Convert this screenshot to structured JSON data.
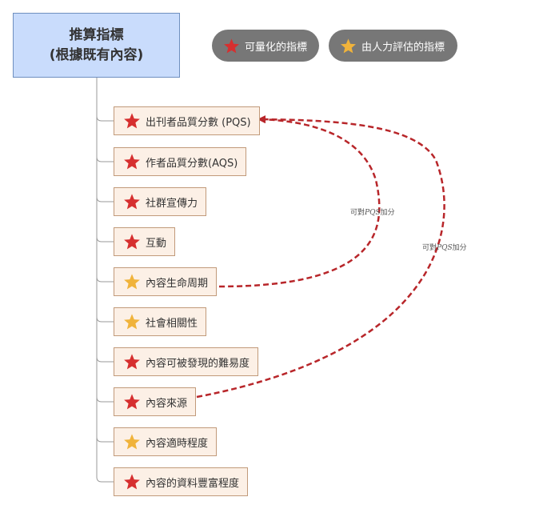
{
  "root": {
    "line1": "推算指標",
    "line2": "(根據既有內容)"
  },
  "legend": {
    "red_label": "可量化的指標",
    "gold_label": "由人力評估的指標"
  },
  "colors": {
    "red_star": "#d62f2f",
    "gold_star": "#f0b33b",
    "arrow": "#b8262a"
  },
  "items": [
    {
      "label": "出刊者品質分數 (PQS)",
      "star": "red-star-icon"
    },
    {
      "label": "作者品質分數(AQS)",
      "star": "red-star-icon"
    },
    {
      "label": "社群宣傳力",
      "star": "red-star-icon"
    },
    {
      "label": "互動",
      "star": "red-star-icon"
    },
    {
      "label": "內容生命周期",
      "star": "gold-star-icon"
    },
    {
      "label": "社會相關性",
      "star": "gold-star-icon"
    },
    {
      "label": "內容可被發現的難易度",
      "star": "red-star-icon"
    },
    {
      "label": "內容來源",
      "star": "red-star-icon"
    },
    {
      "label": "內容適時程度",
      "star": "gold-star-icon"
    },
    {
      "label": "內容的資料豐富程度",
      "star": "red-star-icon"
    }
  ],
  "annotations": {
    "note1_prefix": "可對",
    "note1_italic": "PQS",
    "note1_suffix": "加分",
    "note2_prefix": "可對",
    "note2_italic": "PQS",
    "note2_suffix": "加分"
  }
}
